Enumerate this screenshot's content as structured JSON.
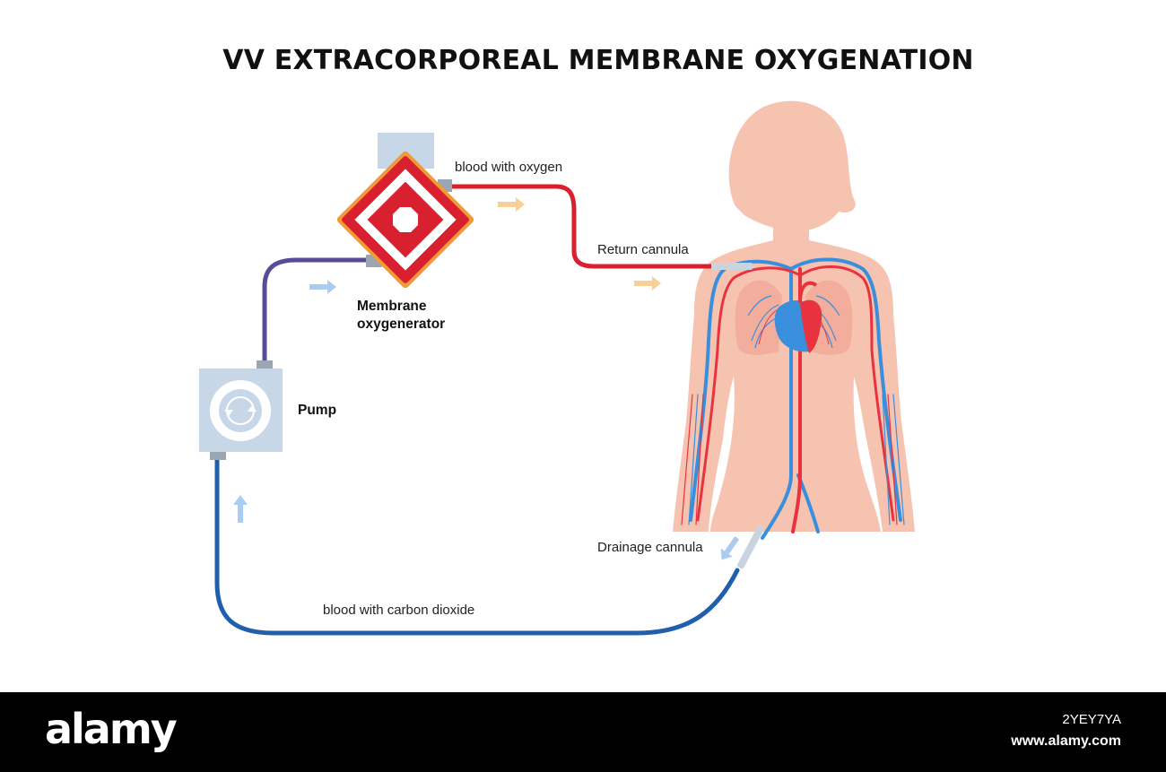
{
  "title": "VV EXTRACORPOREAL MEMBRANE OXYGENATION",
  "labels": {
    "blood_with_oxygen": "blood with oxygen",
    "return_cannula": "Return cannula",
    "membrane_line1": "Membrane",
    "membrane_line2": "oxygenerator",
    "pump": "Pump",
    "drainage_cannula": "Drainage cannula",
    "blood_with_co2": "blood with carbon dioxide"
  },
  "watermark": {
    "brand": "alamy",
    "image_id": "2YEY7YA",
    "url": "www.alamy.com"
  },
  "colors": {
    "oxygenated_tube": "#d8202f",
    "deoxygenated_tube": "#1f5fae",
    "pump_to_oxygenator_tube": "#5b4a9a",
    "skin": "#f6c3b1",
    "vein": "#3a8fdc",
    "artery": "#e8333f",
    "flow_arrow_warm": "#f9cf98",
    "flow_arrow_cool": "#a9ccf0"
  }
}
